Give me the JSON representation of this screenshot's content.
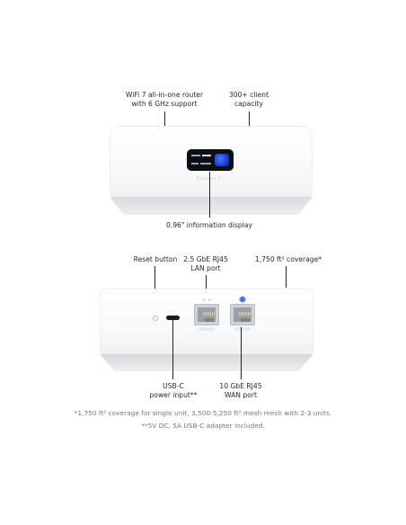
{
  "top_device": {
    "label_wifi_line1": "WiFi 7 all-in-one router",
    "label_wifi_line2": "with 6 GHz support",
    "label_clients_line1": "300+ client",
    "label_clients_line2": "capacity",
    "label_display": "0.96\" information display",
    "brand_text": "Express 7"
  },
  "bottom_device": {
    "label_reset": "Reset button",
    "label_lan_line1": "2.5 GbE RJ45",
    "label_lan_line2": "LAN port",
    "label_coverage": "1,750 ft² coverage*",
    "label_usbc_line1": "USB-C",
    "label_usbc_line2": "power input**",
    "label_wan_line1": "10 GbE RJ45",
    "label_wan_line2": "WAN port"
  },
  "footnotes": {
    "note1": "*1,750 ft² coverage for single unit, 3,500-5,250 ft² mesh mesh with 2-3 units.",
    "note2": "**5V DC, 5A USB-C adapter included."
  },
  "colors": {
    "wan_indicator": "#3f6fff",
    "screen_accent": "#1b3ed1"
  }
}
